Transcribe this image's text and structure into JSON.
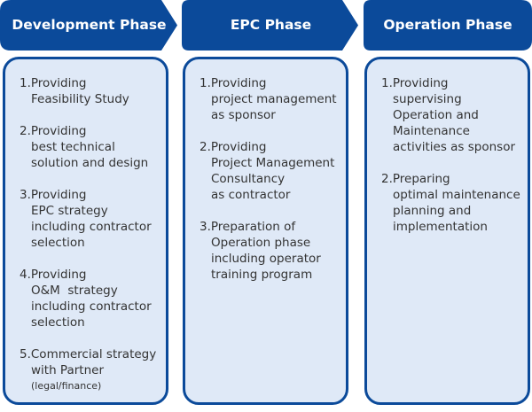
{
  "colors": {
    "header": "#0b4a9a",
    "box_bg": "#dfe9f7"
  },
  "phases": [
    {
      "title": "Development Phase",
      "items": [
        {
          "lines": [
            "1.Providing",
            "Feasibility Study"
          ]
        },
        {
          "lines": [
            "2.Providing",
            "best technical",
            "solution and design"
          ]
        },
        {
          "lines": [
            "3.Providing",
            "EPC strategy",
            "including contractor",
            "selection"
          ]
        },
        {
          "lines": [
            "4.Providing",
            "O&M  strategy",
            "including contractor",
            "selection"
          ]
        },
        {
          "lines": [
            "5.Commercial strategy",
            "with Partner"
          ],
          "note": "(legal/finance)"
        }
      ]
    },
    {
      "title": "EPC Phase",
      "items": [
        {
          "lines": [
            "1.Providing",
            "project management",
            "as sponsor"
          ]
        },
        {
          "lines": [
            "2.Providing",
            "Project Management",
            "Consultancy",
            "as contractor"
          ]
        },
        {
          "lines": [
            "3.Preparation of",
            "Operation phase",
            "including operator",
            "training program"
          ]
        }
      ]
    },
    {
      "title": "Operation Phase",
      "items": [
        {
          "lines": [
            "1.Providing",
            "supervising",
            "Operation and",
            "Maintenance",
            "activities as sponsor"
          ]
        },
        {
          "lines": [
            "2.Preparing",
            "optimal maintenance",
            "planning and",
            "implementation"
          ]
        }
      ]
    }
  ]
}
